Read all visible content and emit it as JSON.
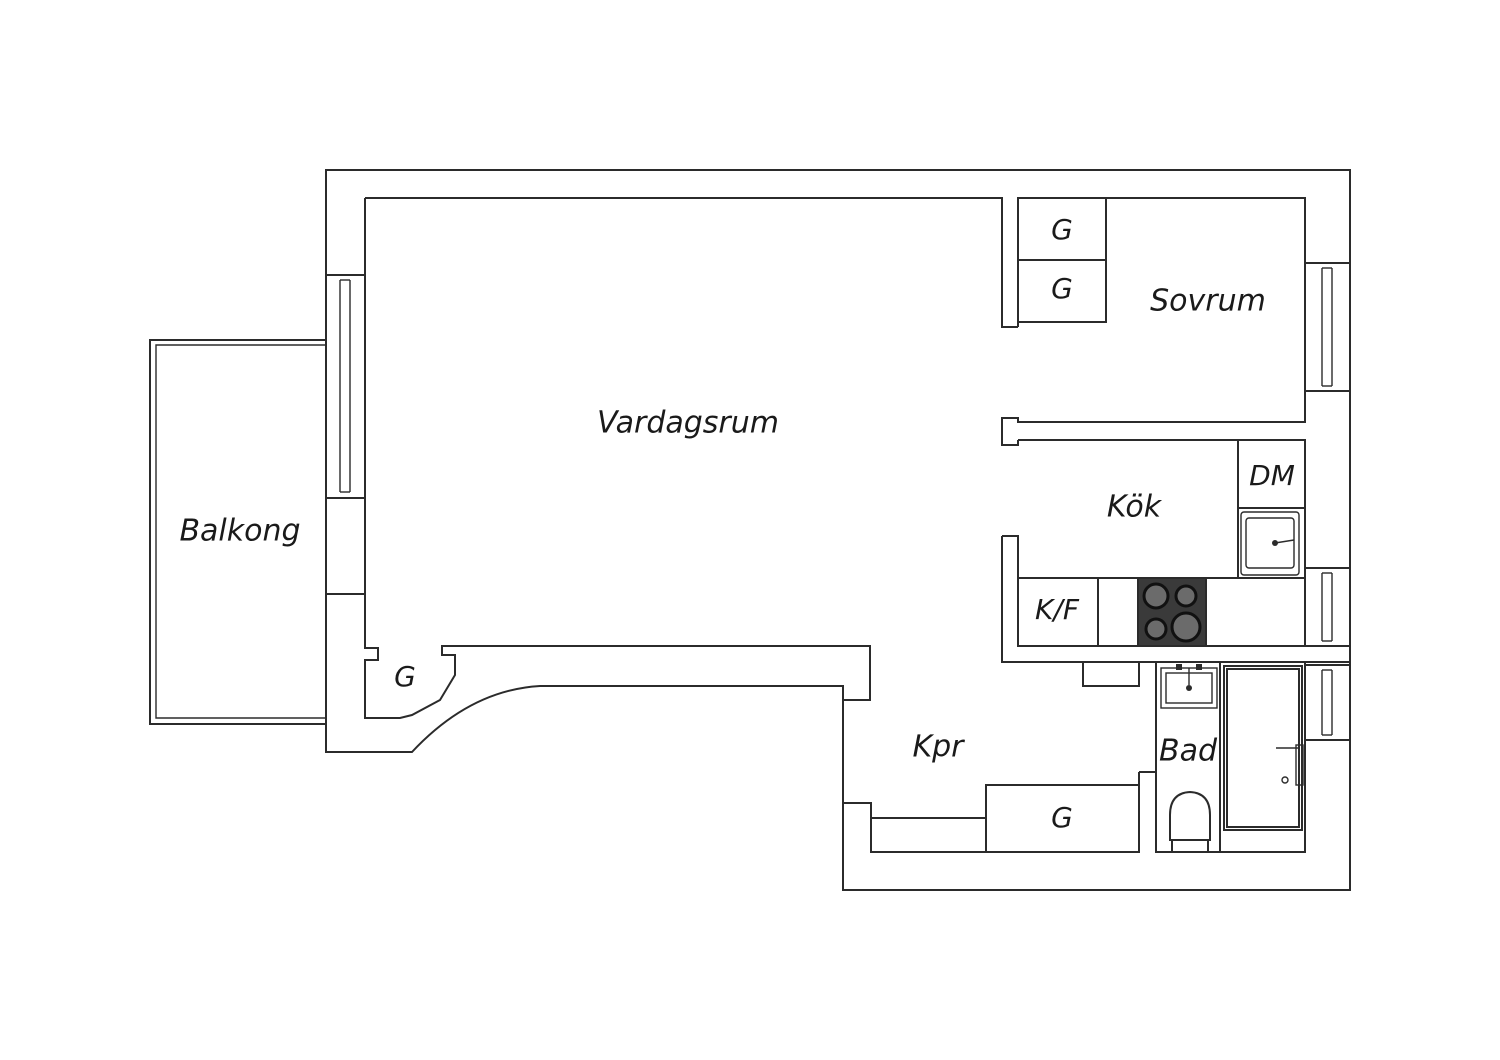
{
  "floorplan": {
    "rooms": {
      "vardagsrum": "Vardagsrum",
      "sovrum": "Sovrum",
      "kok": "Kök",
      "balkong": "Balkong",
      "kpr": "Kpr",
      "bad": "Bad"
    },
    "fixtures": {
      "wardrobe_top_1": "G",
      "wardrobe_top_2": "G",
      "wardrobe_hall_left": "G",
      "wardrobe_hall_bottom": "G",
      "dishwasher": "DM",
      "fridge_freezer": "K/F"
    }
  },
  "colors": {
    "line": "#2b2b2b",
    "background": "#ffffff",
    "stove": "#3a3a3a"
  }
}
